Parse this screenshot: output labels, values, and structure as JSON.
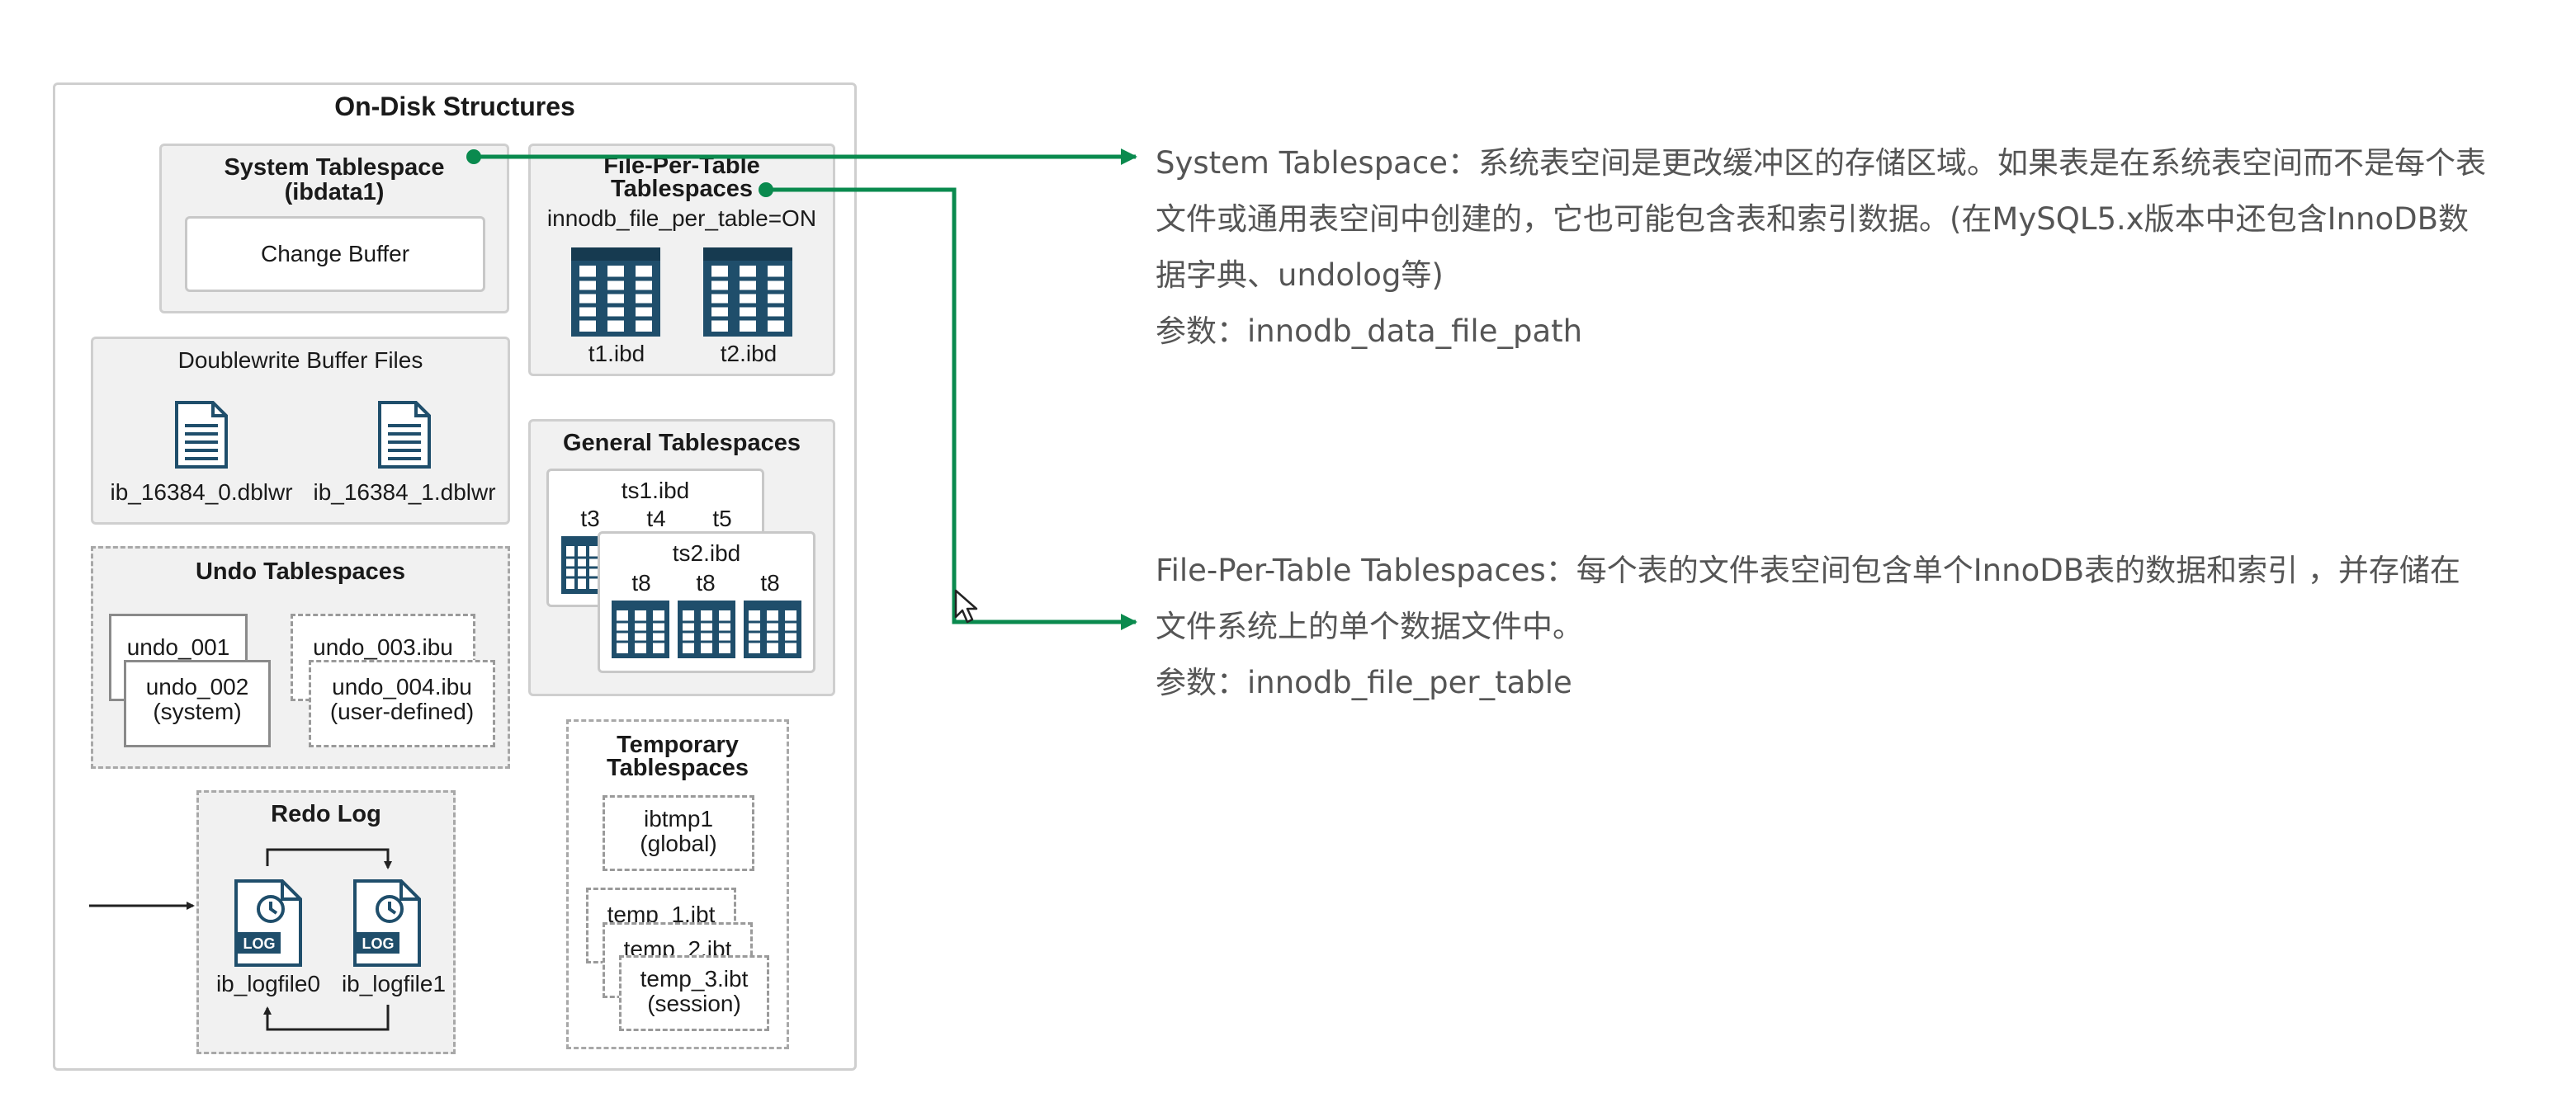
{
  "diagram": {
    "title": "On-Disk Structures",
    "system_tablespace": {
      "title": "System Tablespace",
      "subtitle": "(ibdata1)",
      "change_buffer": "Change Buffer"
    },
    "file_per_table": {
      "title_line1": "File-Per-Table",
      "title_line2": "Tablespaces",
      "param": "innodb_file_per_table=ON",
      "files": [
        "t1.ibd",
        "t2.ibd"
      ]
    },
    "doublewrite": {
      "title": "Doublewrite Buffer Files",
      "files": [
        "ib_16384_0.dblwr",
        "ib_16384_1.dblwr"
      ]
    },
    "general": {
      "title": "General Tablespaces",
      "ts1": "ts1.ibd",
      "ts1_tables": [
        "t3",
        "t4",
        "t5"
      ],
      "ts2": "ts2.ibd",
      "ts2_tables": [
        "t8",
        "t8",
        "t8"
      ]
    },
    "undo": {
      "title": "Undo Tablespaces",
      "u1": "undo_001",
      "u2": "undo_002",
      "u2_sub": "(system)",
      "u3": "undo_003.ibu",
      "u4": "undo_004.ibu",
      "u4_sub": "(user-defined)"
    },
    "redo": {
      "title": "Redo Log",
      "files": [
        "ib_logfile0",
        "ib_logfile1"
      ],
      "icon_text": "LOG"
    },
    "temporary": {
      "title_line1": "Temporary",
      "title_line2": "Tablespaces",
      "ibtmp": "ibtmp1",
      "ibtmp_sub": "(global)",
      "temp1": "temp_1.ibt",
      "temp2": "temp_2.ibt",
      "temp3": "temp_3.ibt",
      "temp3_sub": "(session)"
    }
  },
  "notes": {
    "system": {
      "line1": "System Tablespace：系统表空间是更改缓冲区的存储区域。如果表是在系统表空间而不是每个表",
      "line2": "文件或通用表空间中创建的，它也可能包含表和索引数据。(在MySQL5.x版本中还包含InnoDB数",
      "line3": "据字典、undolog等)",
      "param": "参数：innodb_data_file_path"
    },
    "file_per_table": {
      "line1": "File-Per-Table Tablespaces：每个表的文件表空间包含单个InnoDB表的数据和索引 ，并存储在",
      "line2": "文件系统上的单个数据文件中。",
      "param": "参数：innodb_file_per_table"
    }
  },
  "colors": {
    "connector": "#0a8a4e",
    "icon": "#1f4e6b",
    "panel_bg": "#f1f1f1"
  }
}
